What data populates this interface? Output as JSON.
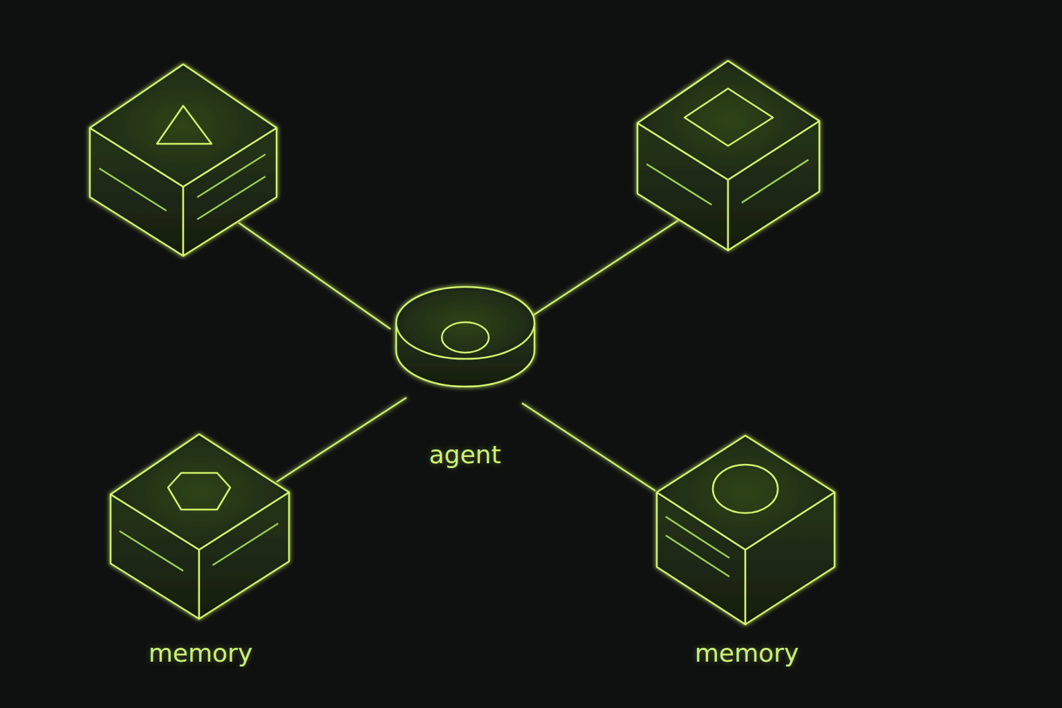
{
  "diagram": {
    "nodes": [
      {
        "text": [
          "agent"
        ]
      },
      {
        "text": [
          "memory"
        ]
      },
      {
        "text": [
          "memory"
        ]
      }
    ],
    "edges": [
      {
        "from": 0,
        "to": 1,
        "arrow": "none"
      },
      {
        "from": 0,
        "to": 2,
        "arrow": "none"
      }
    ]
  }
}
